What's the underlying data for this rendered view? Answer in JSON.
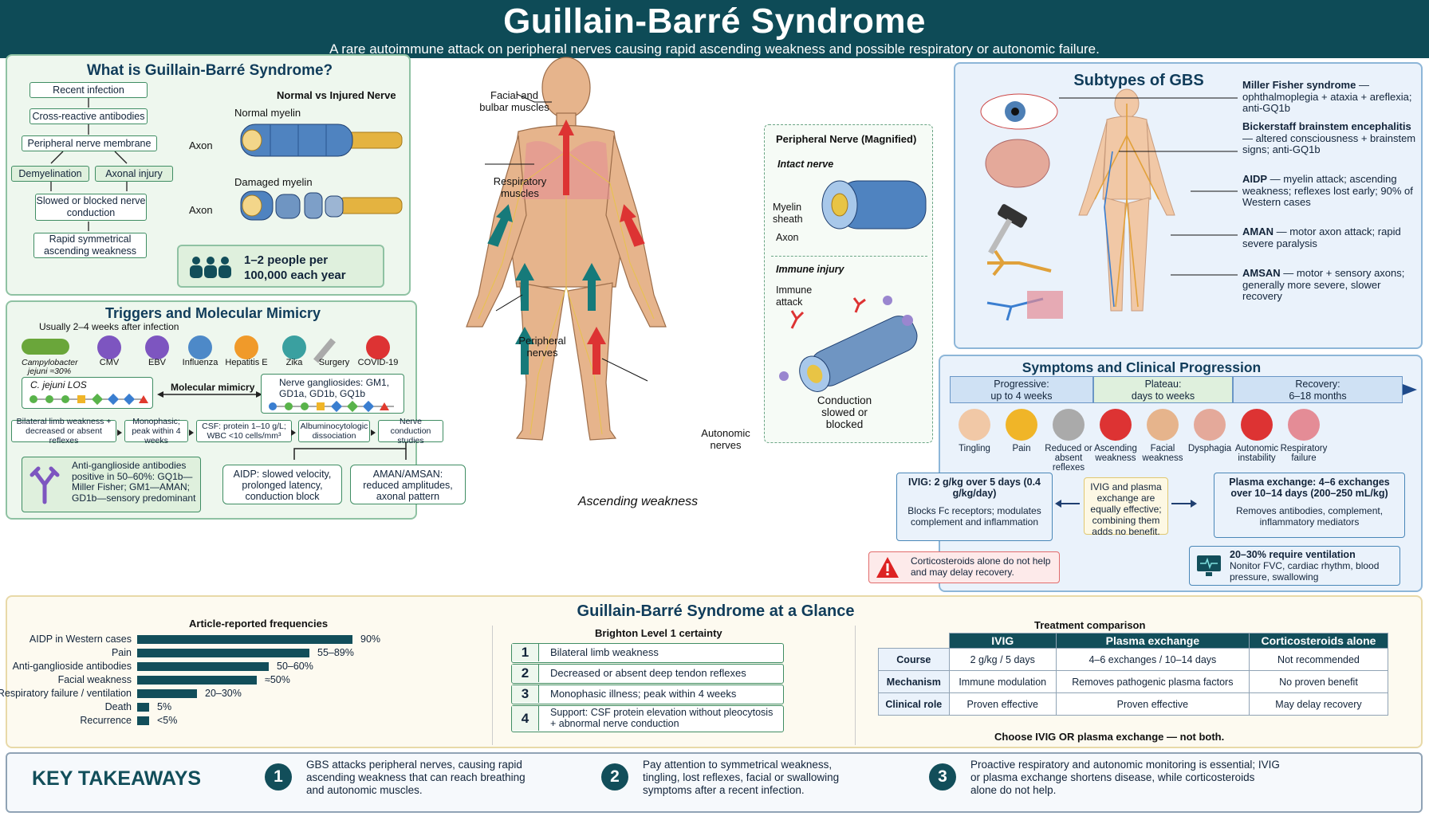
{
  "header": {
    "title": "Guillain-Barré Syndrome",
    "subtitle": "A rare autoimmune attack on peripheral nerves causing rapid ascending weakness and possible respiratory or autonomic failure."
  },
  "what": {
    "title": "What is Guillain-Barré Syndrome?",
    "flow": [
      "Recent infection",
      "Cross-reactive antibodies",
      "Peripheral nerve membrane",
      "Demyelination",
      "Axonal injury",
      "Slowed or blocked nerve conduction",
      "Rapid symmetrical ascending weakness"
    ],
    "nerve_title": "Normal vs Injured Nerve",
    "normal": "Normal myelin",
    "damaged": "Damaged myelin",
    "axon": "Axon",
    "incidence": "1–2 people per 100,000 each year"
  },
  "triggers": {
    "title": "Triggers and Molecular Mimicry",
    "timing": "Usually 2–4 weeks after infection",
    "pathogens": [
      "Campylobacter jejuni ≈30%",
      "CMV",
      "EBV",
      "Influenza",
      "Hepatitis E",
      "Zika",
      "Surgery",
      "COVID-19"
    ],
    "los": "C. jejuni LOS",
    "mimicry": "Molecular mimicry",
    "gangliosides": "Nerve gangliosides: GM1, GD1a, GD1b, GQ1b",
    "criteria": [
      "Bilateral limb weakness + decreased or absent reflexes",
      "Monophasic; peak within 4 weeks",
      "CSF: protein 1–10 g/L; WBC <10 cells/mm³",
      "Albuminocytologic dissociation",
      "Nerve conduction studies"
    ],
    "antibodies": "Anti-ganglioside antibodies positive in 50–60%: GQ1b—Miller Fisher; GM1—AMAN; GD1b—sensory predominant",
    "aidp": "AIDP: slowed velocity, prolonged latency, conduction block",
    "aman": "AMAN/AMSAN: reduced amplitudes, axonal pattern"
  },
  "body": {
    "facial": "Facial and bulbar muscles",
    "resp": "Respiratory muscles",
    "peripheral": "Peripheral nerves",
    "autonomic": "Autonomic nerves",
    "caption": "Ascending weakness"
  },
  "magnified": {
    "title": "Peripheral Nerve (Magnified)",
    "intact": "Intact nerve",
    "myelin": "Myelin sheath",
    "axon": "Axon",
    "injury": "Immune injury",
    "attack": "Immune attack",
    "conduction": "Conduction slowed or blocked"
  },
  "subtypes": {
    "title": "Subtypes of GBS",
    "items": [
      {
        "name": "Miller Fisher syndrome",
        "desc": " — ophthalmoplegia + ataxia + areflexia; anti-GQ1b"
      },
      {
        "name": "Bickerstaff brainstem encephalitis",
        "desc": " — altered consciousness + brainstem signs; anti-GQ1b"
      },
      {
        "name": "AIDP",
        "desc": " — myelin attack; ascending weakness; reflexes lost early; 90% of Western cases"
      },
      {
        "name": "AMAN",
        "desc": " — motor axon attack; rapid severe paralysis"
      },
      {
        "name": "AMSAN",
        "desc": " — motor + sensory axons; generally more severe, slower recovery"
      }
    ]
  },
  "symptoms": {
    "title": "Symptoms and Clinical Progression",
    "stages": [
      {
        "name": "Progressive:",
        "time": "up to 4 weeks"
      },
      {
        "name": "Plateau:",
        "time": "days to weeks"
      },
      {
        "name": "Recovery:",
        "time": "6–18 months"
      }
    ],
    "items": [
      "Tingling",
      "Pain",
      "Reduced or absent reflexes",
      "Ascending weakness",
      "Facial weakness",
      "Dysphagia",
      "Autonomic instability",
      "Respiratory failure"
    ],
    "ivig": "IVIG: 2 g/kg over 5 days (0.4 g/kg/day)",
    "ivig_sub": "Blocks Fc receptors; modulates complement and inflammation",
    "equal": "IVIG and plasma exchange are equally effective; combining them adds no benefit.",
    "plasma": "Plasma exchange: 4–6 exchanges over 10–14 days (200–250 mL/kg)",
    "plasma_sub": "Removes antibodies, complement, inflammatory mediators",
    "steroid": "Corticosteroids alone do not help and may delay recovery.",
    "vent_title": "20–30% require ventilation",
    "vent": "Nonitor FVC, cardiac rhythm, blood pressure, swallowing"
  },
  "glance": {
    "title": "Guillain-Barré Syndrome at a Glance"
  },
  "chart_data": {
    "type": "bar",
    "title": "Article-reported frequencies",
    "categories": [
      "AIDP in Western cases",
      "Pain",
      "Anti-ganglioside antibodies",
      "Facial weakness",
      "Respiratory failure / ventilation",
      "Death",
      "Recurrence"
    ],
    "values": [
      90,
      72,
      55,
      50,
      25,
      5,
      5
    ],
    "labels": [
      "90%",
      "55–89%",
      "50–60%",
      "≈50%",
      "20–30%",
      "5%",
      "<5%"
    ],
    "xlim": [
      0,
      100
    ]
  },
  "brighton": {
    "title": "Brighton Level 1 certainty",
    "items": [
      "Bilateral limb weakness",
      "Decreased or absent deep tendon reflexes",
      "Monophasic illness; peak within 4 weeks",
      "Support: CSF protein elevation without pleocytosis + abnormal nerve conduction"
    ]
  },
  "treatment": {
    "title": "Treatment comparison",
    "cols": [
      "IVIG",
      "Plasma exchange",
      "Corticosteroids alone"
    ],
    "rows": [
      {
        "h": "Course",
        "c": [
          "2 g/kg / 5 days",
          "4–6 exchanges / 10–14 days",
          "Not recommended"
        ]
      },
      {
        "h": "Mechanism",
        "c": [
          "Immune modulation",
          "Removes pathogenic plasma factors",
          "No proven benefit"
        ]
      },
      {
        "h": "Clinical role",
        "c": [
          "Proven effective",
          "Proven effective",
          "May delay recovery"
        ]
      }
    ],
    "note": "Choose IVIG OR plasma exchange — not both."
  },
  "takeaways": {
    "title": "KEY TAKEAWAYS",
    "items": [
      "GBS attacks peripheral nerves, causing rapid ascending weakness that can reach breathing and autonomic muscles.",
      "Pay attention to symmetrical weakness, tingling, lost reflexes, facial or swallowing symptoms after a recent infection.",
      "Proactive respiratory and autonomic monitoring is essential; IVIG or plasma exchange shortens disease, while corticosteroids alone do not help."
    ]
  },
  "colors": {
    "header": "#0e4b57",
    "accent": "#124e5a",
    "green_panel": "#eef7ee",
    "blue_panel": "#eaf2fb"
  }
}
